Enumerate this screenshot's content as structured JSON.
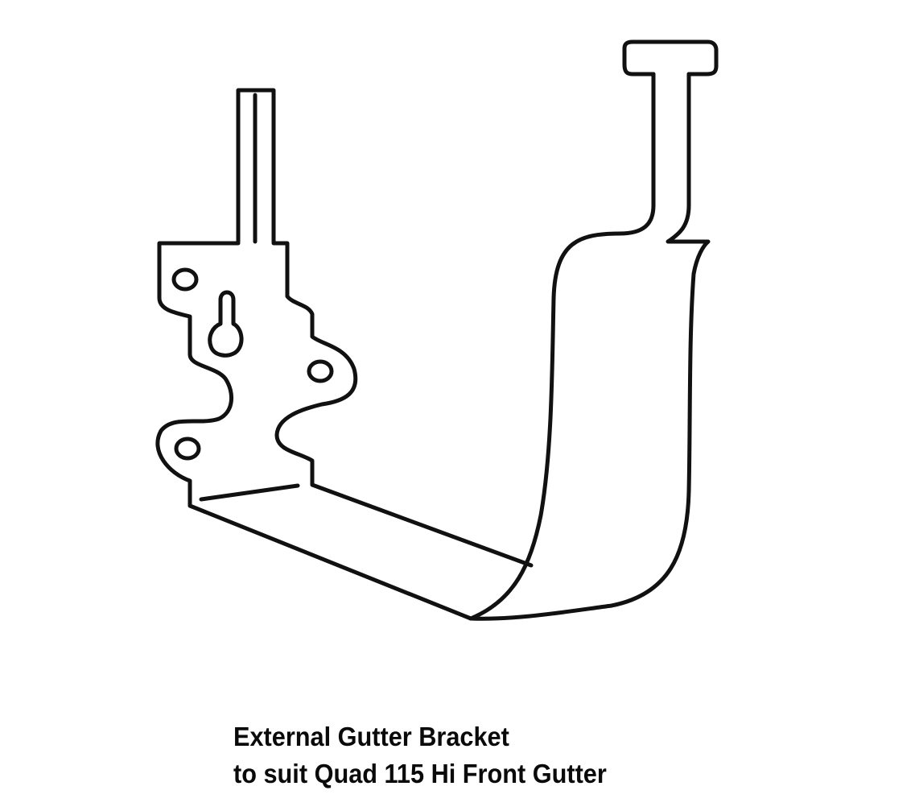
{
  "figure": {
    "subject": "external-gutter-bracket-line-drawing",
    "stroke_color": "#111111",
    "background_color": "#ffffff"
  },
  "caption": {
    "line1": "External Gutter Bracket",
    "line2": "to suit Quad 115 Hi Front Gutter"
  }
}
